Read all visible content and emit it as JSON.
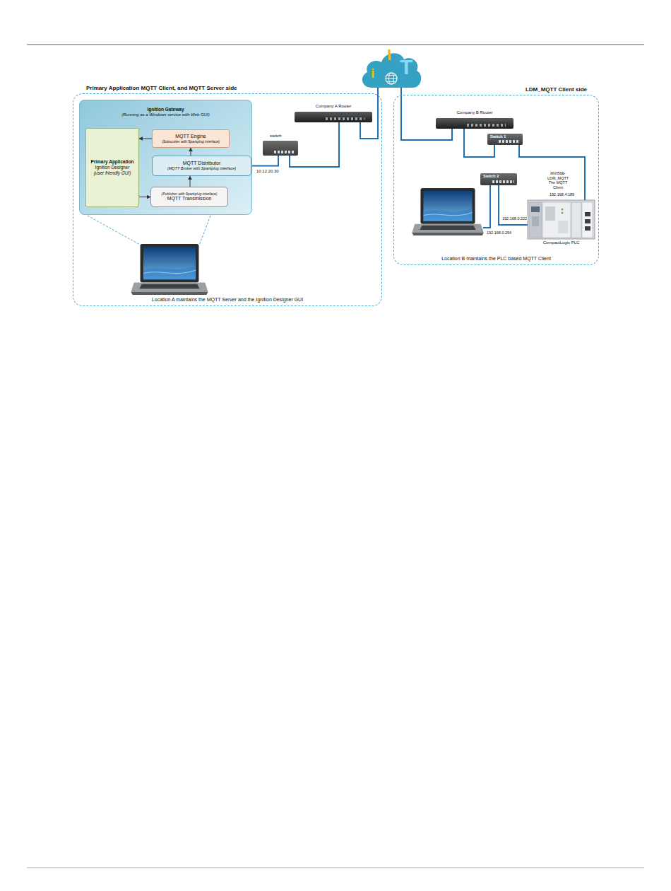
{
  "diagram": {
    "nodes": [
      {
        "text": [
          "Primary Application MQTT Client, and MQTT Server side",
          "Location A maintains the MQTT Server and the Ignition Designer GUI"
        ]
      },
      {
        "text": [
          "Ignition Gateway",
          "(Running as a Windows service with Web GUI)"
        ],
        "in": 0
      },
      {
        "text": [
          "Primary Application",
          "Ignition Designer",
          "(user friendly GUI)"
        ],
        "in": 1
      },
      {
        "text": [
          "MQTT Engine",
          "(Subscriber with Sparkplug interface)"
        ],
        "in": 1
      },
      {
        "text": [
          "MQTT Distributor",
          "(MQTT Broker with Sparkplug interface)"
        ],
        "in": 1
      },
      {
        "text": [
          "(Publisher with Sparkplug interface)",
          "MQTT Transmission"
        ],
        "in": 1
      },
      {
        "text": [
          "Company A Router"
        ],
        "in": 0
      },
      {
        "text": [
          "switch"
        ],
        "in": 0
      },
      {
        "text": [
          "I",
          "i",
          "T"
        ]
      },
      {
        "text": [
          "LDM_MQTT Client side",
          "Location B maintains the PLC based MQTT Client"
        ]
      },
      {
        "text": [
          "Company B Router"
        ],
        "in": 9
      },
      {
        "text": [
          "Switch 1"
        ],
        "in": 9
      },
      {
        "text": [
          "Switch 2"
        ],
        "in": 9
      },
      {
        "text": [
          "MVI56E- LDM_MQTT The MQTT Client",
          "CompactLogix PLC"
        ],
        "in": 9
      }
    ],
    "edges": [
      {
        "from": 3,
        "to": 2,
        "arrow": "to"
      },
      {
        "from": 4,
        "to": 3,
        "arrow": "to"
      },
      {
        "from": 2,
        "to": 5,
        "arrow": "to"
      },
      {
        "from": 5,
        "to": 4,
        "arrow": "to"
      },
      {
        "from": 4,
        "to": 7,
        "label": "10.12.20.30",
        "arrow": "none"
      },
      {
        "from": 7,
        "to": 6,
        "arrow": "none"
      },
      {
        "from": 6,
        "to": 8,
        "arrow": "none"
      },
      {
        "from": 8,
        "to": 10,
        "arrow": "none"
      },
      {
        "from": 10,
        "to": 11,
        "arrow": "none"
      },
      {
        "from": 11,
        "to": 13,
        "arrow": "none"
      },
      {
        "from": 12,
        "to": 13,
        "arrow": "none"
      }
    ],
    "labels": [
      "192.168.4.189",
      "192.168.0.222",
      "192.168.0.254"
    ]
  }
}
